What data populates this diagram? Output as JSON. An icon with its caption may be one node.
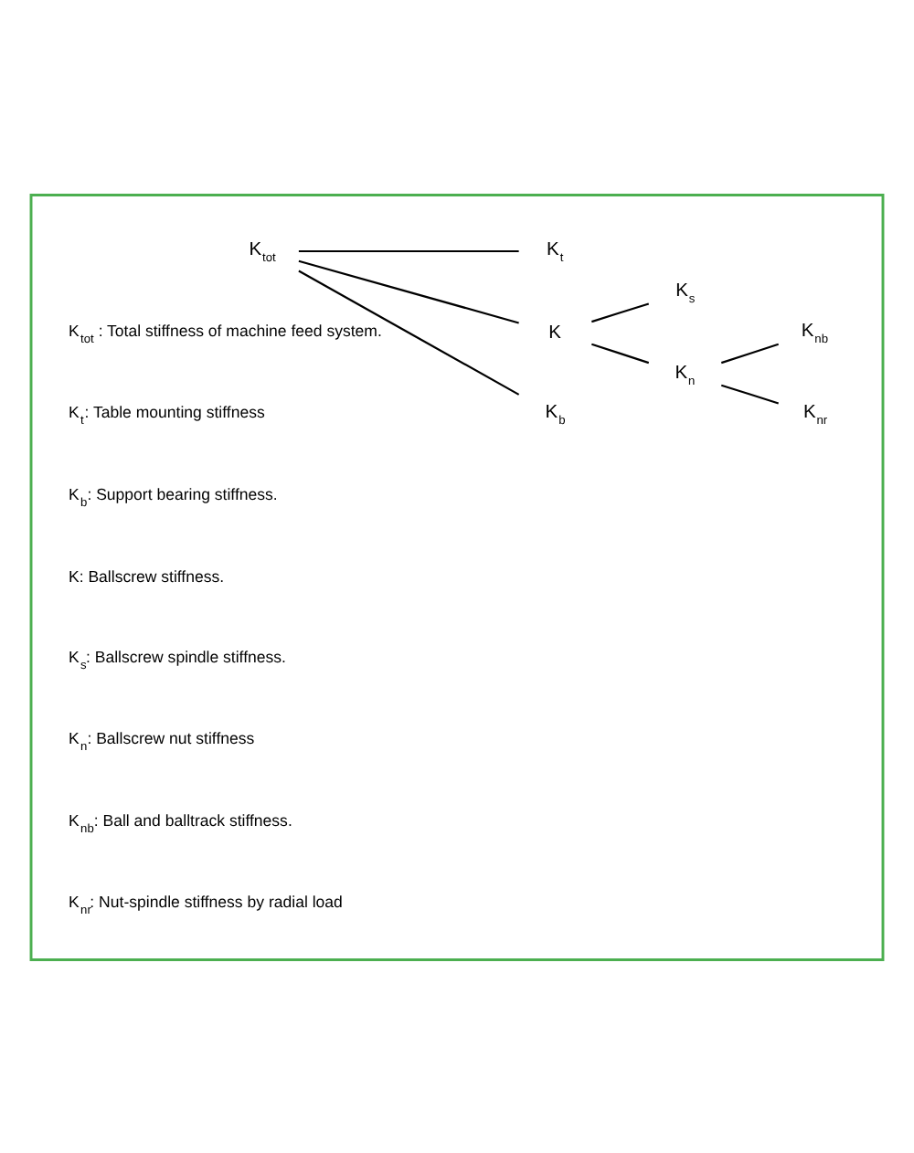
{
  "diagram": {
    "nodes": [
      {
        "text": [],
        "shape": "box"
      },
      {
        "text": [
          "K$_{tot}$"
        ],
        "in": 0
      },
      {
        "text": [
          "K$_{t}$"
        ],
        "in": 0
      },
      {
        "text": [
          "K"
        ],
        "in": 0
      },
      {
        "text": [
          "K$_{b}$"
        ],
        "in": 0
      },
      {
        "text": [
          "K$_{s}$"
        ],
        "in": 0
      },
      {
        "text": [
          "K$_{n}$"
        ],
        "in": 0
      },
      {
        "text": [
          "K$_{nb}$"
        ],
        "in": 0
      },
      {
        "text": [
          "K$_{nr}$"
        ],
        "in": 0
      }
    ],
    "edges": [
      {
        "from": 1,
        "to": 2,
        "arrow": "none"
      },
      {
        "from": 1,
        "to": 3,
        "arrow": "none"
      },
      {
        "from": 1,
        "to": 4,
        "arrow": "none"
      },
      {
        "from": 3,
        "to": 5,
        "arrow": "none"
      },
      {
        "from": 3,
        "to": 6,
        "arrow": "none"
      },
      {
        "from": 6,
        "to": 7,
        "arrow": "none"
      },
      {
        "from": 6,
        "to": 8,
        "arrow": "none"
      }
    ],
    "labels": [
      "K$_{tot}$ : Total stiffness of machine feed system.",
      "K$_{t}$: Table mounting stiffness",
      "K$_{b}$: Support bearing stiffness.",
      "K: Ballscrew stiffness.",
      "K$_{s}$: Ballscrew spindle stiffness.",
      "K$_{n}$: Ballscrew nut stiffness",
      "K$_{nb}$: Ball and balltrack stiffness.",
      "K$_{nr}$: Nut-spindle stiffness by radial load"
    ]
  }
}
